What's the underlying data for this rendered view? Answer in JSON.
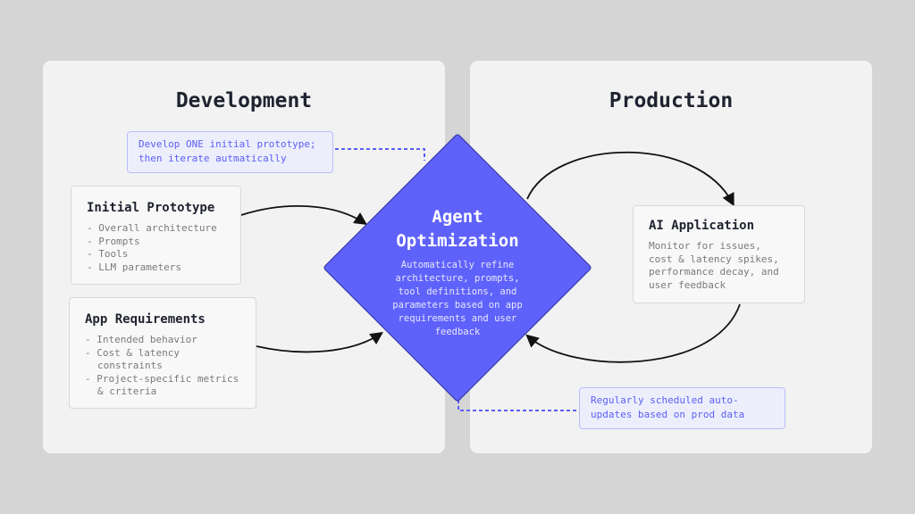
{
  "development": {
    "title": "Development",
    "callout": [
      "Develop ONE initial prototype;",
      "then iterate autmatically"
    ],
    "initial_prototype": {
      "title": "Initial Prototype",
      "items": [
        "- Overall architecture",
        "- Prompts",
        "- Tools",
        "- LLM parameters"
      ]
    },
    "app_requirements": {
      "title": "App Requirements",
      "items": [
        "- Intended behavior",
        "- Cost & latency constraints",
        "- Project-specific metrics & criteria"
      ]
    }
  },
  "agent": {
    "title_1": "Agent",
    "title_2": "Optimization",
    "description": "Automatically refine architecture, prompts, tool definitions, and parameters based on app requirements and user feedback"
  },
  "production": {
    "title": "Production",
    "ai_application": {
      "title": "AI Application",
      "description": "Monitor for issues, cost & latency spikes, performance decay, and user feedback"
    },
    "callout": [
      "Regularly scheduled auto-",
      "updates based on prod data"
    ]
  },
  "colors": {
    "accent": "#5b5ff5",
    "background": "#d5d5d5",
    "panel": "#f2f2f2"
  }
}
